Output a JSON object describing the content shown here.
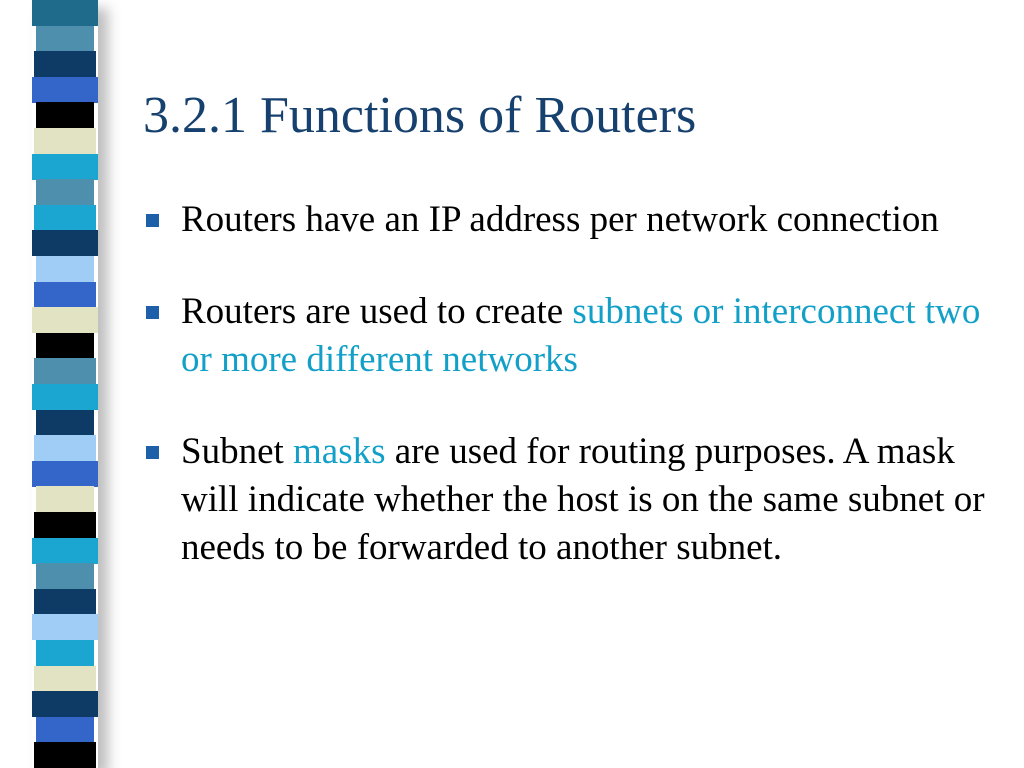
{
  "colors": {
    "title": "#16406e",
    "text": "#000000",
    "highlight": "#13a0c8",
    "bullet_marker": "#1d5fa8"
  },
  "slide": {
    "title": "3.2.1 Functions of Routers",
    "bullets": [
      {
        "parts": [
          {
            "text": "Routers have an IP address per network connection",
            "highlight": false
          }
        ]
      },
      {
        "parts": [
          {
            "text": "Routers are used to create ",
            "highlight": false
          },
          {
            "text": "subnets or interconnect two or more different networks",
            "highlight": true
          }
        ]
      },
      {
        "parts": [
          {
            "text": "Subnet ",
            "highlight": false
          },
          {
            "text": "masks",
            "highlight": true
          },
          {
            "text": " are used for routing purposes. A mask will indicate whether the host is on the same subnet or needs to be forwarded to another subnet.",
            "highlight": false
          }
        ]
      }
    ]
  },
  "decoration": {
    "stripe_colors": [
      "#1e6b8c",
      "#4f8fae",
      "#0e3a66",
      "#3465c8",
      "#000000",
      "#e2e3c3",
      "#1aa6d1",
      "#4f8fae",
      "#1aa6d1",
      "#0e3a66",
      "#9fcdf5",
      "#3465c8",
      "#e2e3c3",
      "#000000",
      "#4f8fae",
      "#1aa6d1",
      "#0e3a66",
      "#9fcdf5",
      "#3465c8",
      "#e2e3c3",
      "#000000",
      "#1aa6d1",
      "#4f8fae",
      "#0e3a66",
      "#9fcdf5",
      "#1aa6d1",
      "#e2e3c3",
      "#0e3a66",
      "#3465c8",
      "#000000"
    ]
  }
}
